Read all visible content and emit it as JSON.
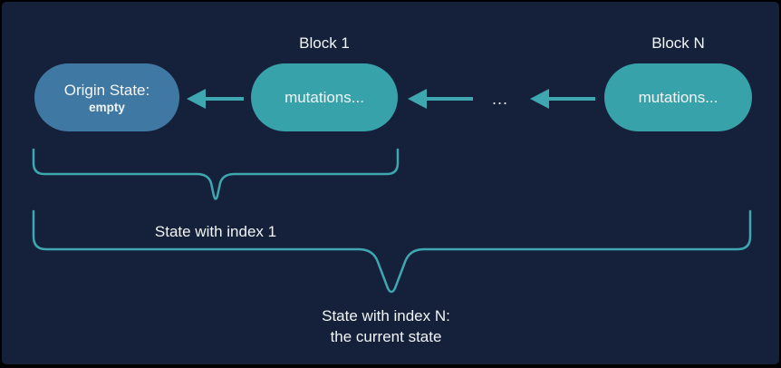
{
  "diagram": {
    "origin": {
      "title": "Origin State:",
      "subtitle": "empty"
    },
    "blocks": [
      {
        "label": "Block 1",
        "pill_text": "mutations..."
      },
      {
        "label": "Block N",
        "pill_text": "mutations..."
      }
    ],
    "ellipsis": "...",
    "annotations": {
      "state_index_1": "State with index 1",
      "state_index_n_line1": "State with index N:",
      "state_index_n_line2": "the current state"
    },
    "colors": {
      "background": "#15213B",
      "teal": "#38A2AA",
      "blue": "#4078A4",
      "accent": "#3EA7AF",
      "text": "#F2F5F5"
    }
  }
}
